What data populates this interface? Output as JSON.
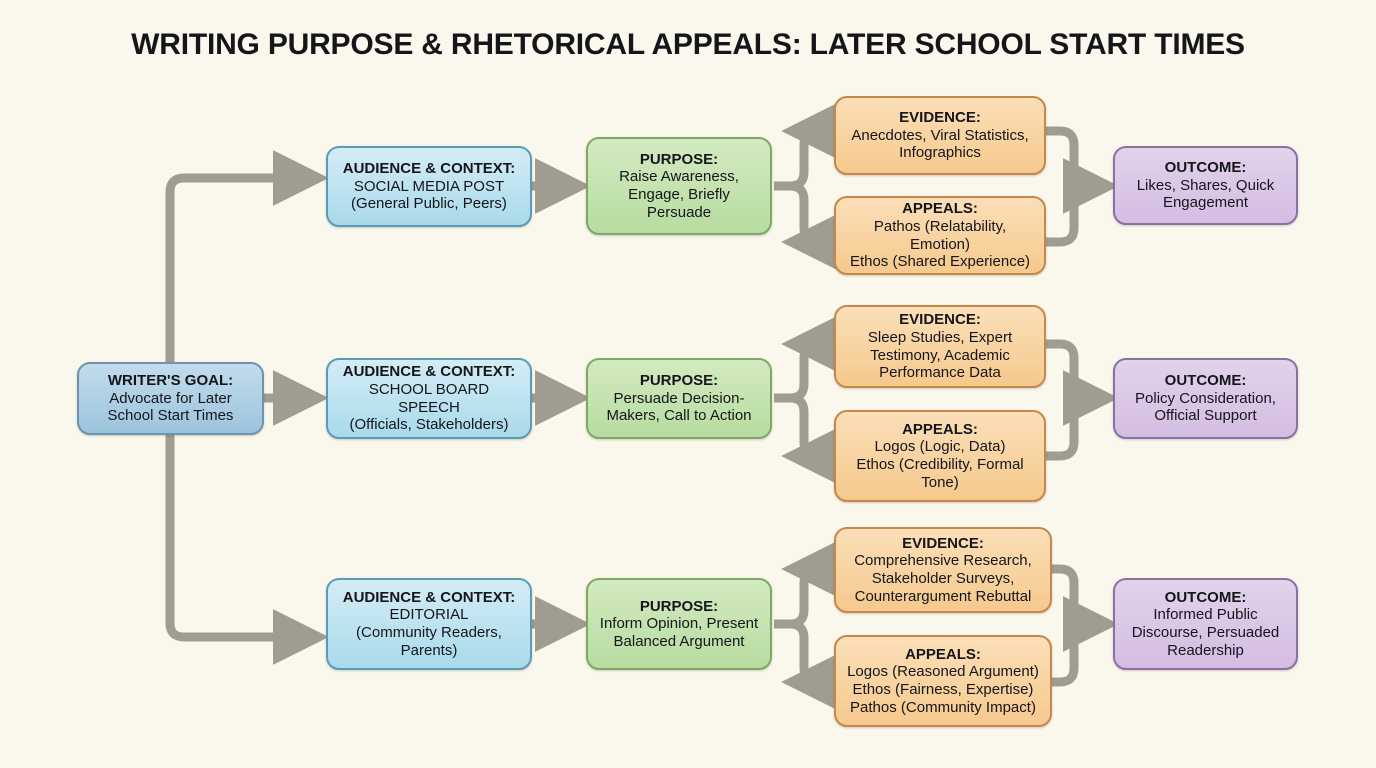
{
  "page": {
    "title": "WRITING PURPOSE & RHETORICAL APPEALS: LATER SCHOOL START TIMES",
    "background_color": "#FAF7EC",
    "connector_color": "#A09C91"
  },
  "goal": {
    "heading": "WRITER'S GOAL:",
    "body": "Advocate for Later School Start Times",
    "color": "#A8CDE3"
  },
  "branches": [
    {
      "audience": {
        "heading": "AUDIENCE & CONTEXT:",
        "line1": "SOCIAL MEDIA POST",
        "line2": "(General Public, Peers)",
        "color": "#BEE3F0"
      },
      "purpose": {
        "heading": "PURPOSE:",
        "body": "Raise Awareness, Engage, Briefly Persuade",
        "color": "#C6E4B3"
      },
      "evidence": {
        "heading": "EVIDENCE:",
        "body": "Anecdotes, Viral Statistics, Infographics",
        "color": "#F8D3A0"
      },
      "appeals": {
        "heading": "APPEALS:",
        "line1": "Pathos (Relatability, Emotion)",
        "line2": "Ethos (Shared Experience)",
        "color": "#F8D3A0"
      },
      "outcome": {
        "heading": "OUTCOME:",
        "body": "Likes, Shares, Quick Engagement",
        "color": "#DAC5E6"
      }
    },
    {
      "audience": {
        "heading": "AUDIENCE & CONTEXT:",
        "line1": "SCHOOL BOARD SPEECH",
        "line2": "(Officials, Stakeholders)",
        "color": "#BEE3F0"
      },
      "purpose": {
        "heading": "PURPOSE:",
        "body": "Persuade Decision-Makers, Call to Action",
        "color": "#C6E4B3"
      },
      "evidence": {
        "heading": "EVIDENCE:",
        "body": "Sleep Studies, Expert Testimony, Academic Performance Data",
        "color": "#F8D3A0"
      },
      "appeals": {
        "heading": "APPEALS:",
        "line1": "Logos (Logic, Data)",
        "line2": "Ethos (Credibility, Formal Tone)",
        "color": "#F8D3A0"
      },
      "outcome": {
        "heading": "OUTCOME:",
        "body": "Policy Consideration, Official Support",
        "color": "#DAC5E6"
      }
    },
    {
      "audience": {
        "heading": "AUDIENCE & CONTEXT:",
        "line1": "EDITORIAL",
        "line2": "(Community Readers, Parents)",
        "color": "#BEE3F0"
      },
      "purpose": {
        "heading": "PURPOSE:",
        "body": "Inform Opinion, Present Balanced Argument",
        "color": "#C6E4B3"
      },
      "evidence": {
        "heading": "EVIDENCE:",
        "body": "Comprehensive Research, Stakeholder Surveys, Counterargument Rebuttal",
        "color": "#F8D3A0"
      },
      "appeals": {
        "heading": "APPEALS:",
        "line1": "Logos (Reasoned Argument)",
        "line2": "Ethos (Fairness, Expertise)",
        "line3": "Pathos (Community Impact)",
        "color": "#F8D3A0"
      },
      "outcome": {
        "heading": "OUTCOME:",
        "body": "Informed Public Discourse, Persuaded Readership",
        "color": "#DAC5E6"
      }
    }
  ]
}
